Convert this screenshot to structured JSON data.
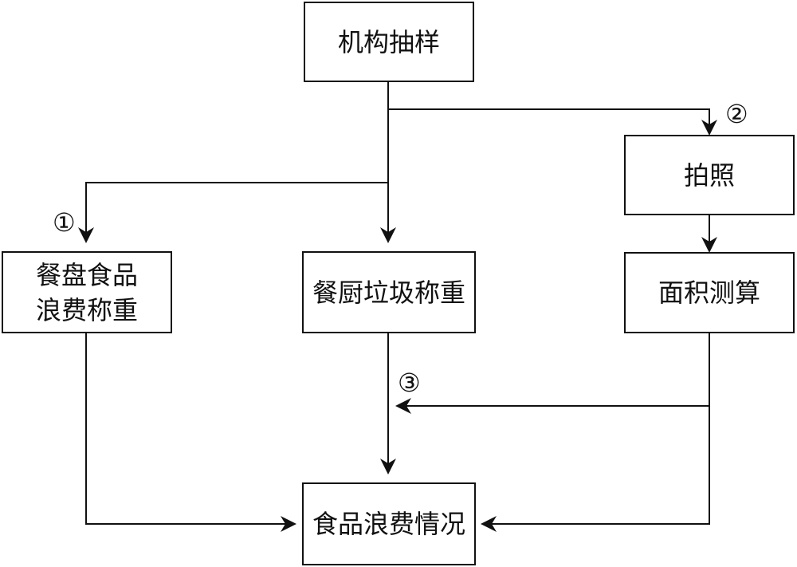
{
  "nodes": {
    "sampling": {
      "label": "机构抽样"
    },
    "tray_waste": {
      "line1": "餐盘食品",
      "line2": "浪费称重"
    },
    "kitchen_waste": {
      "label": "餐厨垃圾称重"
    },
    "photo": {
      "label": "拍照"
    },
    "area": {
      "label": "面积测算"
    },
    "result": {
      "label": "食品浪费情况"
    }
  },
  "markers": {
    "m1": "①",
    "m2": "②",
    "m3": "③"
  },
  "colors": {
    "line": "#111111",
    "background": "#ffffff"
  }
}
